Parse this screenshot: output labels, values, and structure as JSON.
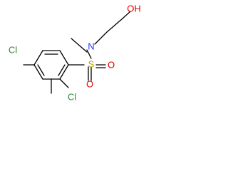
{
  "molecule": {
    "atoms": {
      "cl_top": "Cl",
      "cl_bottom": "Cl",
      "sulfur": "S",
      "oxygen_left": "O",
      "oxygen_right": "O",
      "nitrogen": "N",
      "hydroxyl": "OH"
    },
    "colors": {
      "bond": "#000000",
      "chlorine": "#2e8b2e",
      "sulfur": "#b8a000",
      "oxygen": "#e00000",
      "nitrogen": "#1e3cff"
    }
  }
}
